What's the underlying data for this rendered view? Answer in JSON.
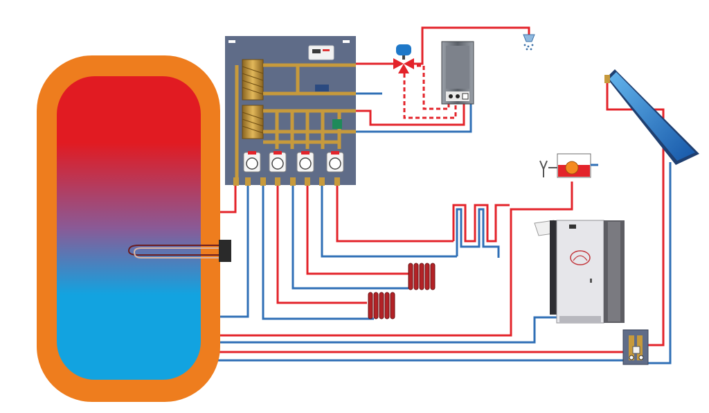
{
  "diagram": {
    "colors": {
      "hot_pipe": "#e3232a",
      "cold_pipe": "#2f6fb6",
      "tank_shell": "#ee7d1e",
      "tank_hot": "#e11b22",
      "tank_cold": "#12a3e0",
      "panel": "#5f6c88",
      "brass": "#c79a3c",
      "solar_panel": "#1f78c8",
      "boiler_body": "#e6e6ea",
      "boiler_side": "#5d5d63",
      "gas_heater": "#8a8e96",
      "radiator": "#b32226"
    },
    "components": [
      {
        "name": "buffer-tank",
        "icon": "tank"
      },
      {
        "name": "electric-heater",
        "icon": "heater-element-icon"
      },
      {
        "name": "distribution-manifold",
        "icon": "manifold"
      },
      {
        "name": "circulation-pumps",
        "count": 4,
        "icon": "pump-icon"
      },
      {
        "name": "three-way-mixing-valve",
        "icon": "valve-icon"
      },
      {
        "name": "gas-water-heater",
        "icon": "heater"
      },
      {
        "name": "shower-head",
        "icon": "shower-icon"
      },
      {
        "name": "solar-collector",
        "icon": "solar-panel-icon"
      },
      {
        "name": "biomass-boiler",
        "icon": "boiler-icon"
      },
      {
        "name": "expansion-vessel",
        "icon": "vessel-icon"
      },
      {
        "name": "floor-heating-loop",
        "icon": "underfloor-icon"
      },
      {
        "name": "radiators",
        "count": 2,
        "icon": "radiator-icon"
      },
      {
        "name": "solar-pump-station",
        "icon": "pump-station-icon"
      }
    ]
  }
}
